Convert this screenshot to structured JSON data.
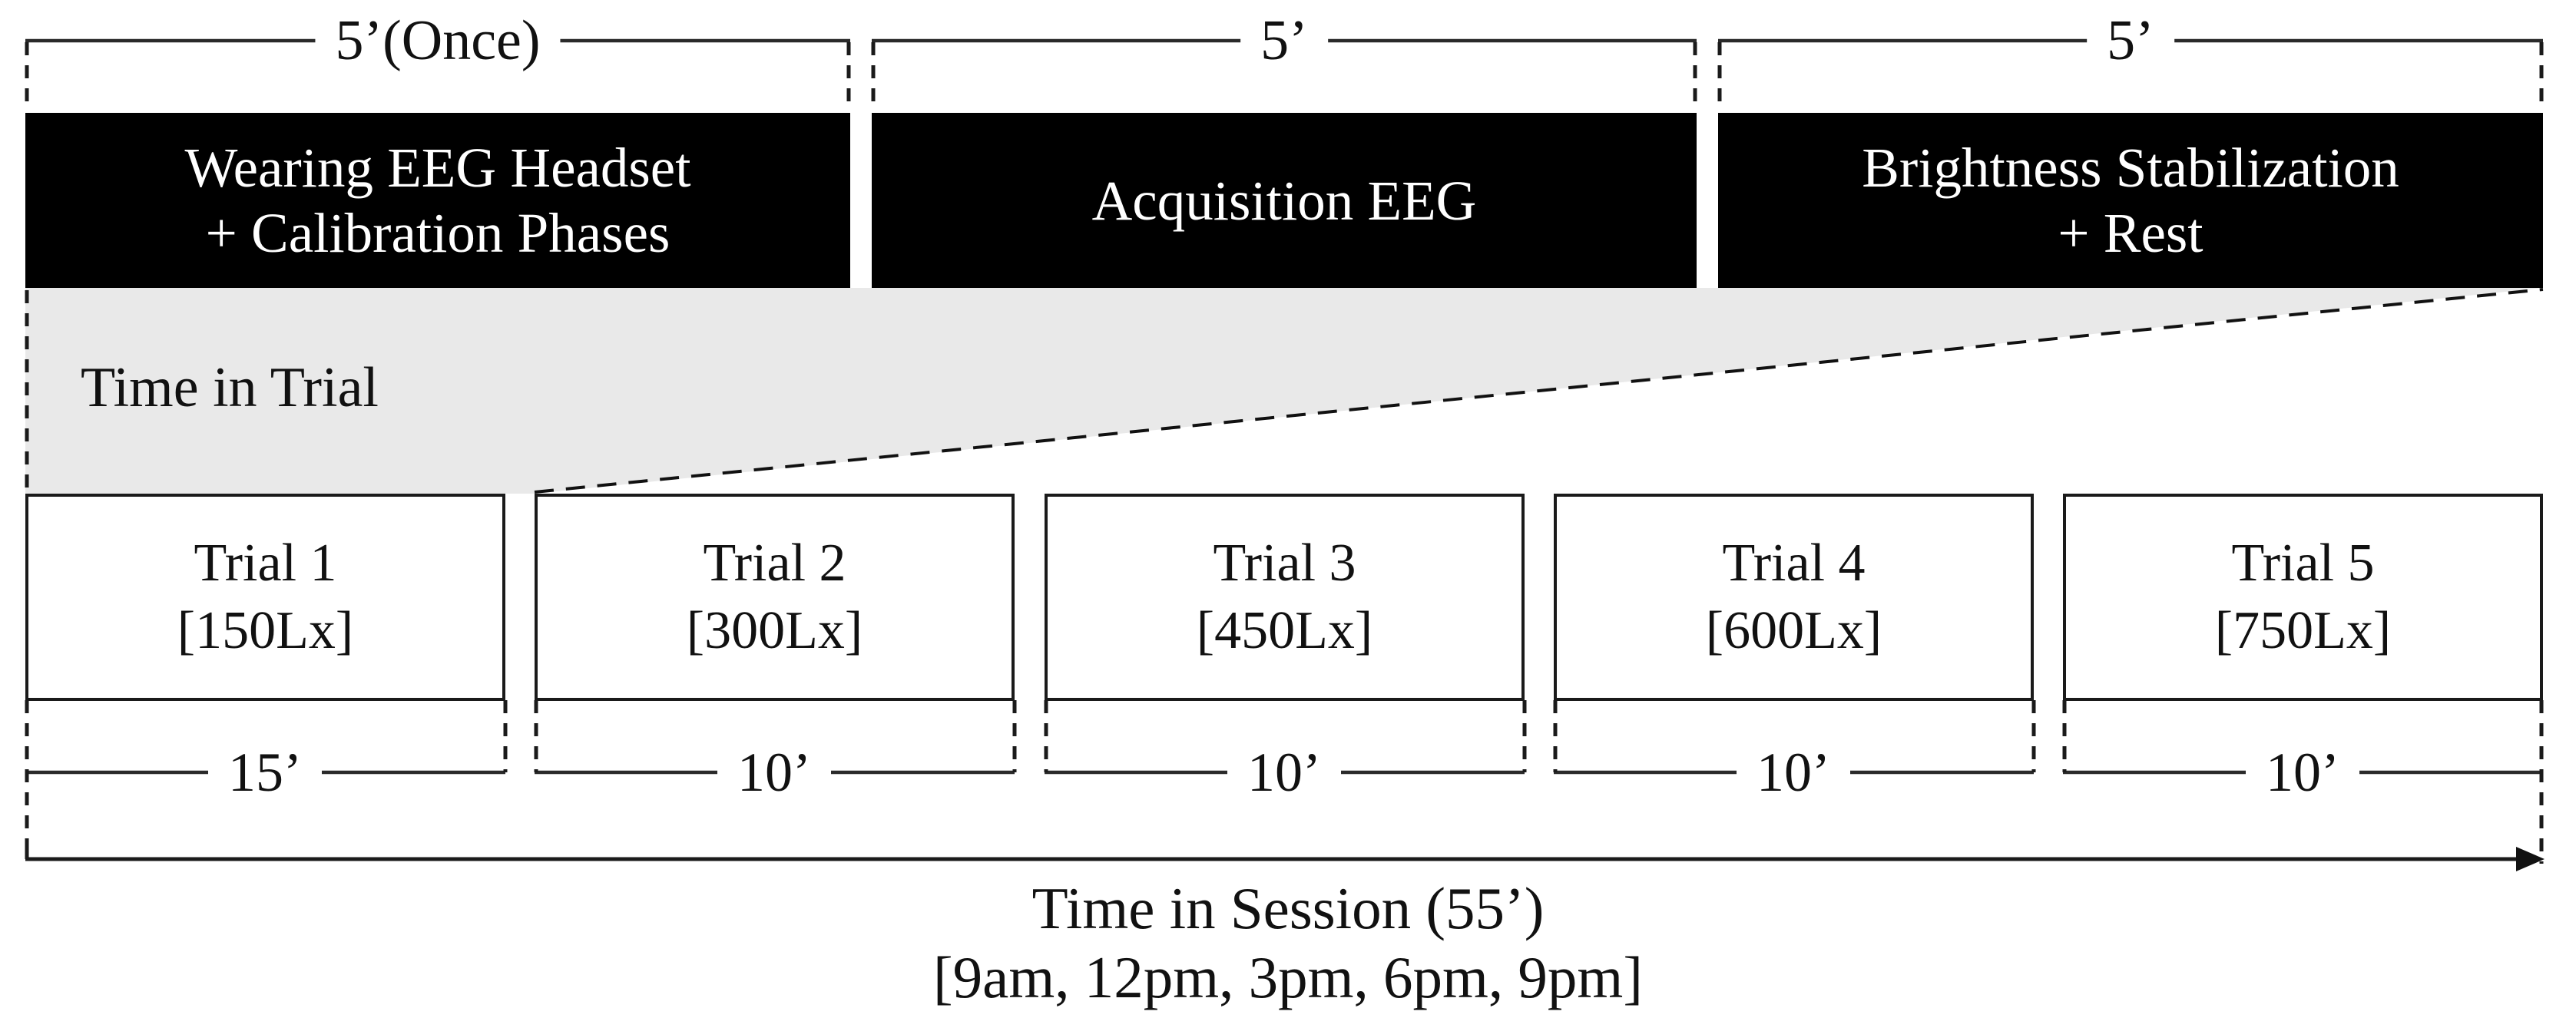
{
  "figure": {
    "trial_axis_label": "Time in Trial",
    "session_axis_label": "Time in Session (55’)",
    "session_times": "[9am, 12pm, 3pm, 6pm, 9pm]"
  },
  "phases": [
    {
      "duration": "5’(Once)",
      "line1": "Wearing EEG Headset",
      "line2": "+ Calibration Phases"
    },
    {
      "duration": "5’",
      "line1": "Acquisition EEG"
    },
    {
      "duration": "5’",
      "line1": "Brightness Stabilization",
      "line2": "+ Rest"
    }
  ],
  "trials": [
    {
      "name": "Trial 1",
      "lux": "[150Lx]",
      "duration": "15’"
    },
    {
      "name": "Trial 2",
      "lux": "[300Lx]",
      "duration": "10’"
    },
    {
      "name": "Trial 3",
      "lux": "[450Lx]",
      "duration": "10’"
    },
    {
      "name": "Trial 4",
      "lux": "[600Lx]",
      "duration": "10’"
    },
    {
      "name": "Trial 5",
      "lux": "[750Lx]",
      "duration": "10’"
    }
  ],
  "colors": {
    "phase_box_bg": "#000000",
    "phase_box_text": "#ffffff",
    "zoom_band_fill": "#e9e9e9",
    "line": "#1a1a1a"
  }
}
